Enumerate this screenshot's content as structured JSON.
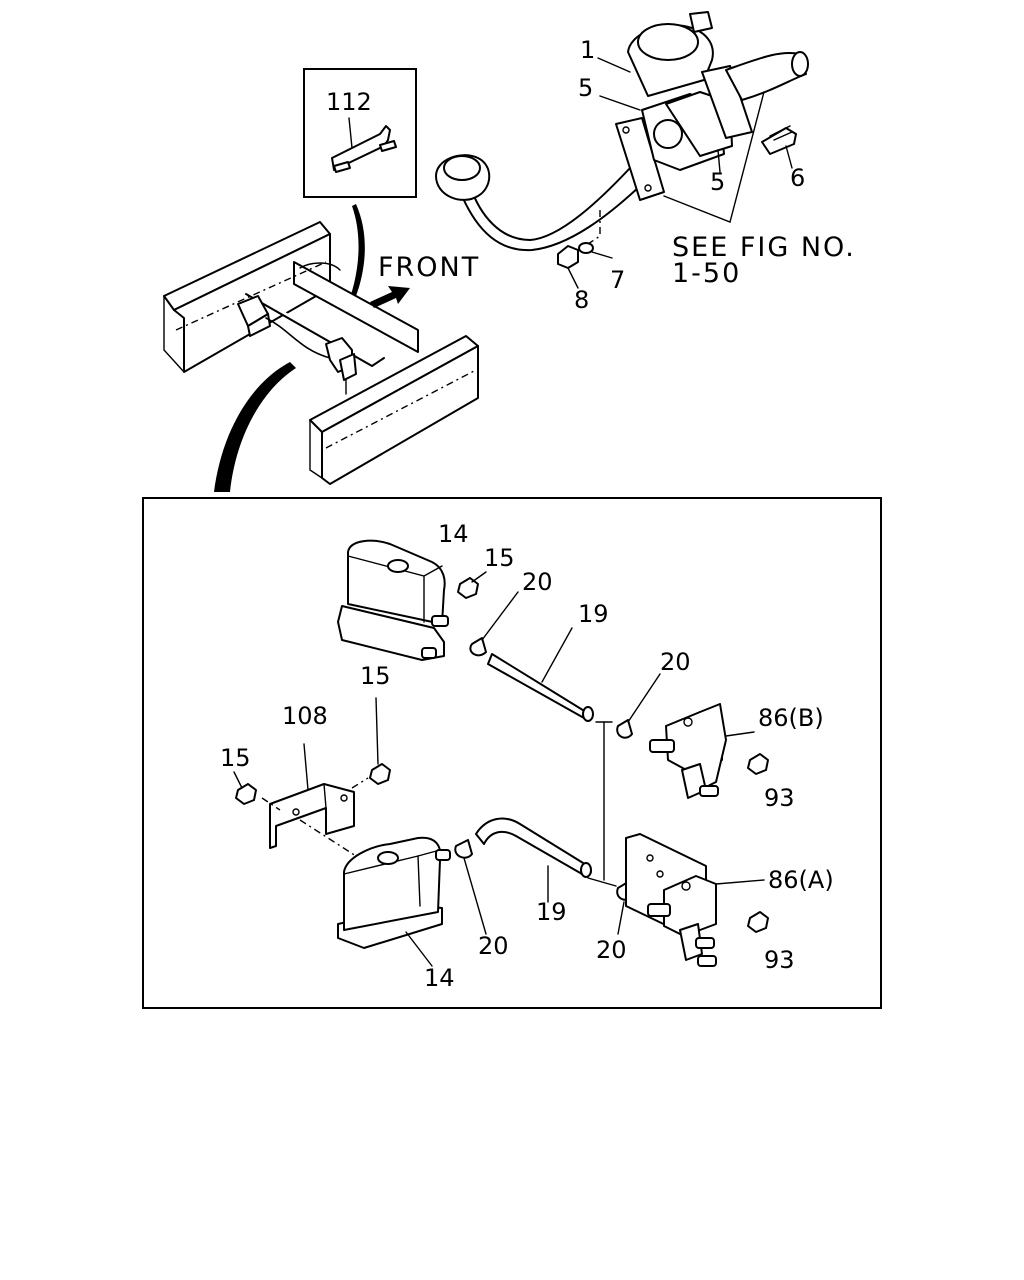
{
  "diagram": {
    "front_label": "FRONT",
    "see_fig_line1": "SEE FIG NO.",
    "see_fig_line2": "1-50",
    "callouts": {
      "c1": "1",
      "c5a": "5",
      "c5b": "5",
      "c6": "6",
      "c7": "7",
      "c8": "8",
      "c112": "112",
      "c14_top": "14",
      "c15_top": "15",
      "c20_top": "20",
      "c19_top": "19",
      "c20_right_top": "20",
      "c86b": "86(B)",
      "c93_top": "93",
      "c15_mid": "15",
      "c108": "108",
      "c15_left": "15",
      "c20_bottom_left": "20",
      "c19_bottom": "19",
      "c20_bottom_right": "20",
      "c86a": "86(A)",
      "c93_bottom": "93",
      "c14_bottom": "14"
    }
  }
}
